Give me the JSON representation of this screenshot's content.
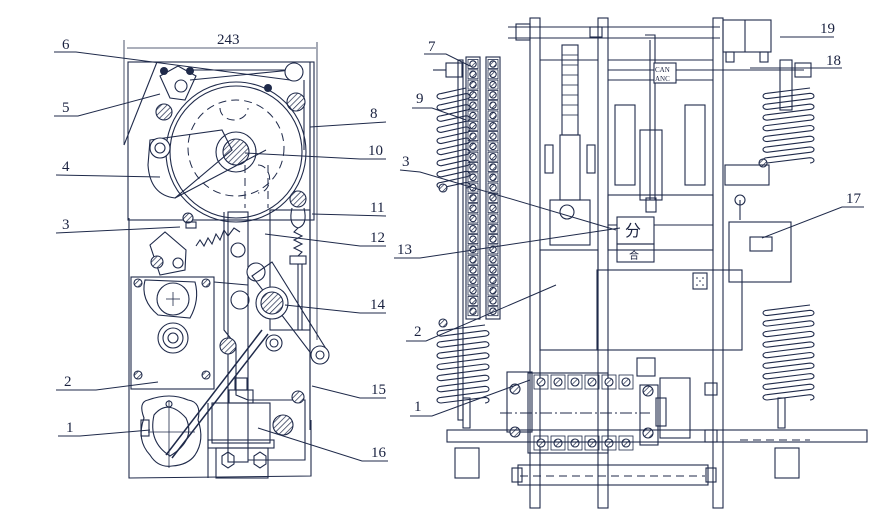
{
  "figure": {
    "type": "technical-drawing",
    "subject": "spring operating mechanism (two views)",
    "dimension_label": "243",
    "left_view": {
      "callouts": [
        {
          "id": "1",
          "label": "1"
        },
        {
          "id": "2",
          "label": "2"
        },
        {
          "id": "3",
          "label": "3"
        },
        {
          "id": "4",
          "label": "4"
        },
        {
          "id": "5",
          "label": "5"
        },
        {
          "id": "6",
          "label": "6"
        },
        {
          "id": "8",
          "label": "8"
        },
        {
          "id": "10",
          "label": "10"
        },
        {
          "id": "11",
          "label": "11"
        },
        {
          "id": "12",
          "label": "12"
        },
        {
          "id": "14",
          "label": "14"
        },
        {
          "id": "15",
          "label": "15"
        },
        {
          "id": "16",
          "label": "16"
        }
      ]
    },
    "right_view": {
      "callouts": [
        {
          "id": "7",
          "label": "7"
        },
        {
          "id": "9",
          "label": "9"
        },
        {
          "id": "3",
          "label": "3"
        },
        {
          "id": "13",
          "label": "13"
        },
        {
          "id": "2",
          "label": "2"
        },
        {
          "id": "1",
          "label": "1"
        },
        {
          "id": "19",
          "label": "19"
        },
        {
          "id": "18",
          "label": "18"
        },
        {
          "id": "17",
          "label": "17"
        }
      ],
      "indicator_open": "分",
      "indicator_close": "合",
      "plate_text_line1": "CAN",
      "plate_text_line2": "ANC"
    }
  }
}
